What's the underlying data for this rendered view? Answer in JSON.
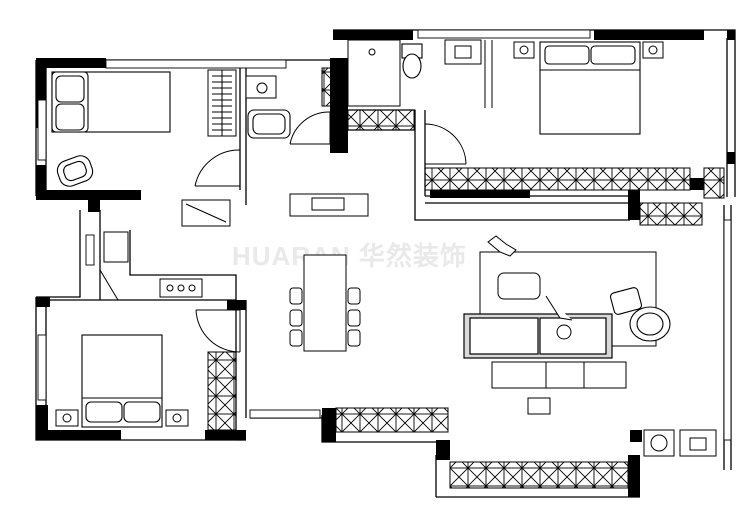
{
  "plan": {
    "watermark": "HUARAN 华然装饰",
    "colors": {
      "wall": "#000000",
      "line": "#000000",
      "background": "#ffffff",
      "watermark": "#e6e6e6",
      "sofa_fill": "#d9d9d9"
    },
    "rooms": [
      "bedroom-top-left",
      "master-bedroom",
      "bathroom",
      "bedroom-bottom-left",
      "kitchen",
      "living-dining"
    ],
    "furniture": [
      "double-bed",
      "double-bed",
      "double-bed",
      "sofa",
      "dining-table",
      "armchair",
      "stove",
      "wardrobe",
      "toilet",
      "sink",
      "bathtub",
      "tv-cabinet",
      "coffee-table",
      "potted-plant",
      "washing-machine"
    ]
  }
}
